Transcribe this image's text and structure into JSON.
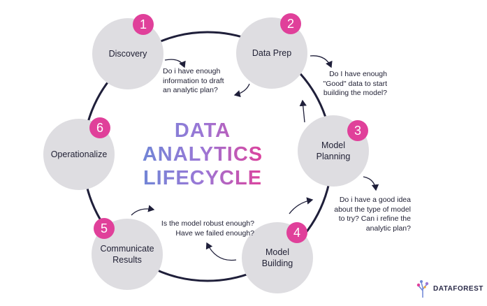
{
  "title": {
    "lines": [
      "DATA",
      "ANALYTICS",
      "LIFECYCLE"
    ]
  },
  "stages": [
    {
      "number": "1",
      "label": "Discovery"
    },
    {
      "number": "2",
      "label": "Data Prep"
    },
    {
      "number": "3",
      "label": "Model\nPlanning"
    },
    {
      "number": "4",
      "label": "Model\nBuilding"
    },
    {
      "number": "5",
      "label": "Communicate\nResults"
    },
    {
      "number": "6",
      "label": "Operationalize"
    }
  ],
  "questions": [
    "Do i have enough\ninformation to draft\nan analytic plan?",
    "Do I have enough\n\"Good\" data to start\nbuilding the model?",
    "Do i have a good idea\nabout the type of model\nto try? Can i refine the\nanalytic plan?",
    "Is the model robust enough?\nHave we failed enough?"
  ],
  "brand": {
    "name": "DATAFOREST"
  },
  "colors": {
    "accent": "#e0409a",
    "circle": "#dedde1",
    "ring": "#1f1f3a"
  }
}
